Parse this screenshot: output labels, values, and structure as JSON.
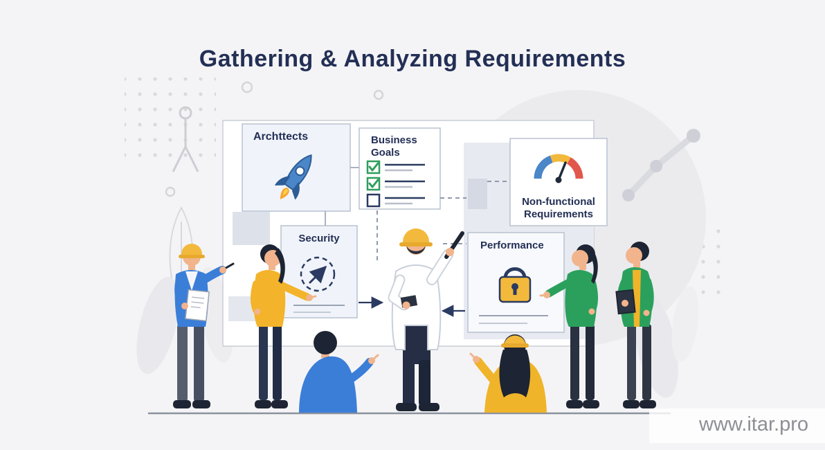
{
  "title": "Gathering & Analyzing Requirements",
  "watermark": "www.itar.pro",
  "board": {
    "cards": {
      "architects": {
        "label": "Archttects",
        "icon": "rocket-icon"
      },
      "business_goals": {
        "line1": "Business",
        "line2": "Goals",
        "icon": "checklist-icon",
        "items_checked": 2,
        "items_total": 3
      },
      "security": {
        "label": "Security",
        "icon": "refresh-arrows-icon"
      },
      "non_functional": {
        "line1": "Non-functional",
        "line2": "Requirements",
        "icon": "gauge-icon"
      },
      "performance": {
        "label": "Performance",
        "icon": "padlock-icon"
      }
    }
  },
  "colors": {
    "background": "#f4f4f6",
    "navy_text": "#232f55",
    "accent_blue": "#3b7ed8",
    "accent_yellow": "#f2b93c",
    "accent_green": "#2ba05c",
    "gauge_red": "#e2574c",
    "outline": "#2a3a60"
  }
}
